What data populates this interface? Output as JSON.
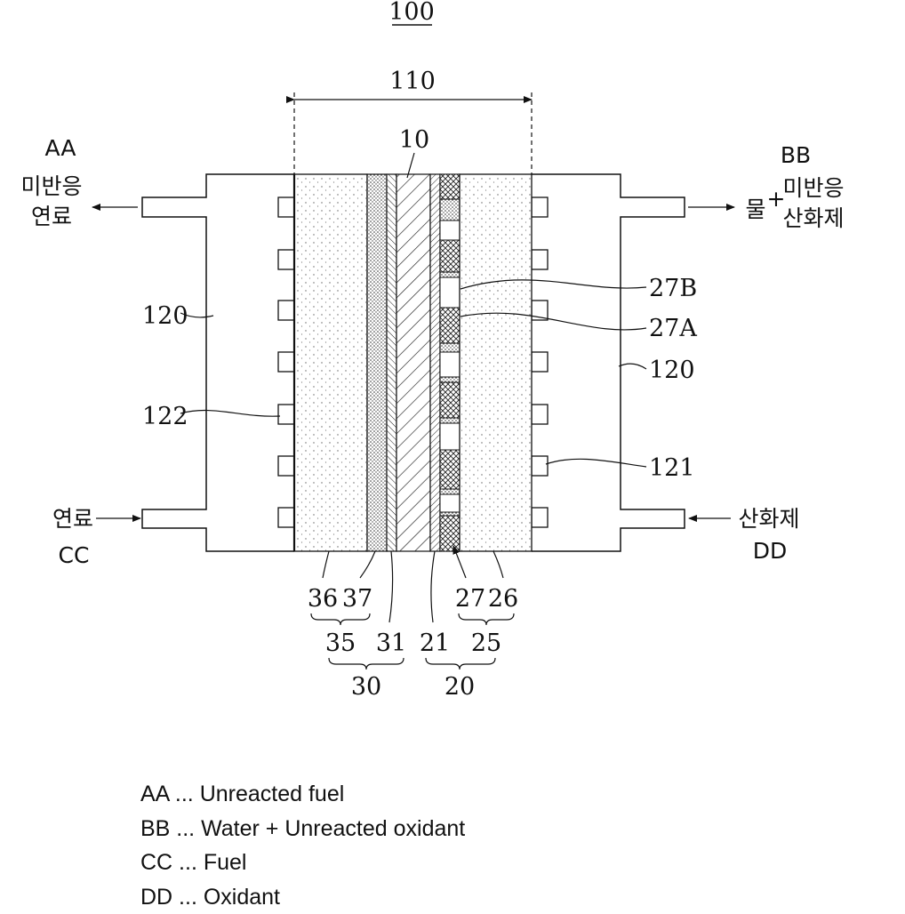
{
  "figure": {
    "ref_main": "100",
    "ref_span": "110",
    "ref_membrane": "10",
    "ref_plate_left": "120",
    "ref_plate_right": "120",
    "ref_channel_left": "122",
    "ref_channel_right": "121",
    "ref_27B": "27B",
    "ref_27A": "27A",
    "bottom_refs": {
      "r36": "36",
      "r37": "37",
      "r35": "35",
      "r31": "31",
      "r30": "30",
      "r21": "21",
      "r27": "27",
      "r26": "26",
      "r25": "25",
      "r20": "20"
    },
    "aa": {
      "code": "AA",
      "kor_line1": "미반응",
      "kor_line2": "연료"
    },
    "bb": {
      "code": "BB",
      "kor_water": "물",
      "plus": "+",
      "kor_line1": "미반응",
      "kor_line2": "산화제"
    },
    "cc": {
      "code": "CC",
      "kor": "연료"
    },
    "dd": {
      "code": "DD",
      "kor": "산화제"
    }
  },
  "legend": [
    "AA ... Unreacted fuel",
    "BB ... Water + Unreacted oxidant",
    "CC ... Fuel",
    "DD ... Oxidant"
  ]
}
